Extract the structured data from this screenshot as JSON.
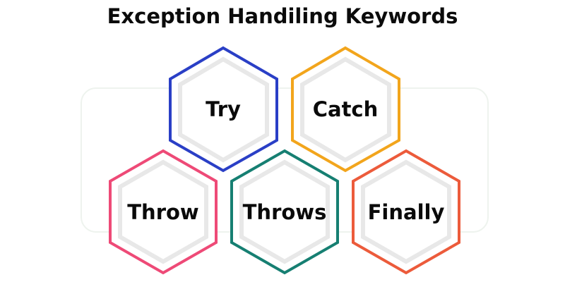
{
  "title": "Exception Handiling Keywords",
  "colors": {
    "try": "#2a3fc6",
    "catch": "#f2a51c",
    "throw": "#ee4a77",
    "throws": "#167f72",
    "finally": "#ec5b3b",
    "inner_shadow": "#e6e6e6",
    "background_box_border": "#eef3ee"
  },
  "keywords": [
    {
      "label": "Try",
      "color": "#2a3fc6"
    },
    {
      "label": "Catch",
      "color": "#f2a51c"
    },
    {
      "label": "Throw",
      "color": "#ee4a77"
    },
    {
      "label": "Throws",
      "color": "#167f72"
    },
    {
      "label": "Finally",
      "color": "#ec5b3b"
    }
  ]
}
